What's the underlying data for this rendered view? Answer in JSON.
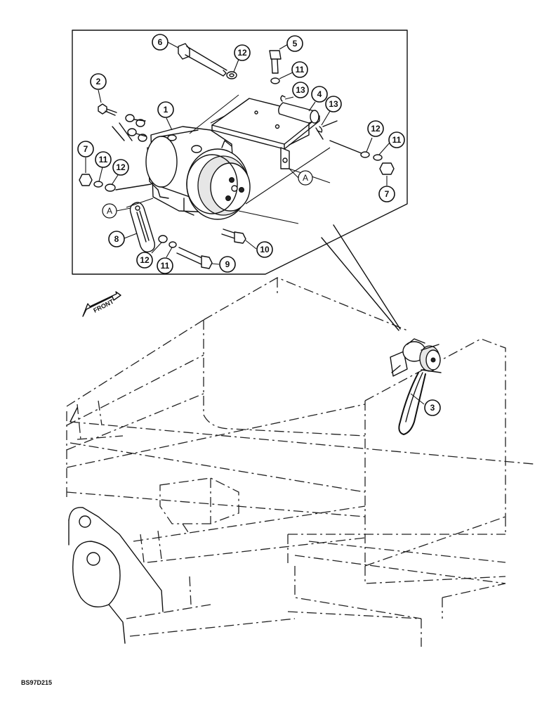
{
  "callouts": {
    "c1": "1",
    "c2": "2",
    "c3": "3",
    "c4": "4",
    "c5": "5",
    "c6": "6",
    "c7a": "7",
    "c7b": "7",
    "c8": "8",
    "c9": "9",
    "c10": "10",
    "c11a": "11",
    "c11b": "11",
    "c11c": "11",
    "c11d": "11",
    "c12a": "12",
    "c12b": "12",
    "c12c": "12",
    "c12d": "12",
    "c13a": "13",
    "c13b": "13"
  },
  "reference_marks": {
    "a1": "A",
    "a2": "A"
  },
  "front_label": "FRONT",
  "drawing_code": "BS97D215"
}
